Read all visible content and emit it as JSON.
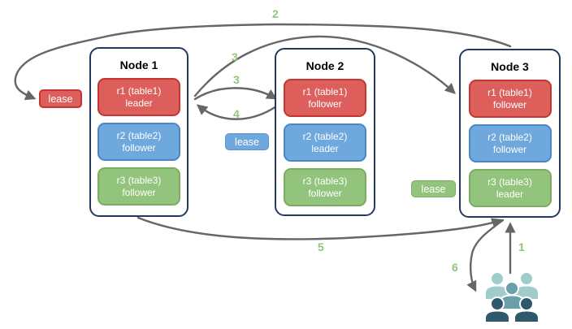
{
  "diagram": {
    "nodes": [
      {
        "title": "Node 1",
        "replicas": [
          {
            "name": "r1 (table1)",
            "role": "leader",
            "color": "red"
          },
          {
            "name": "r2 (table2)",
            "role": "follower",
            "color": "blue"
          },
          {
            "name": "r3 (table3)",
            "role": "follower",
            "color": "green"
          }
        ]
      },
      {
        "title": "Node 2",
        "replicas": [
          {
            "name": "r1 (table1)",
            "role": "follower",
            "color": "red"
          },
          {
            "name": "r2 (table2)",
            "role": "leader",
            "color": "blue"
          },
          {
            "name": "r3 (table3)",
            "role": "follower",
            "color": "green"
          }
        ]
      },
      {
        "title": "Node 3",
        "replicas": [
          {
            "name": "r1 (table1)",
            "role": "follower",
            "color": "red"
          },
          {
            "name": "r2 (table2)",
            "role": "follower",
            "color": "blue"
          },
          {
            "name": "r3 (table3)",
            "role": "leader",
            "color": "green"
          }
        ]
      }
    ],
    "leases": {
      "red": "lease",
      "blue": "lease",
      "green": "lease"
    },
    "arrow_labels": {
      "a1": "1",
      "a2": "2",
      "a3_top": "3",
      "a3_mid": "3",
      "a4": "4",
      "a5": "5",
      "a6": "6"
    },
    "colors": {
      "replica_red": "#DC5F5C",
      "replica_red_border": "#C53531",
      "replica_blue": "#6FA8DC",
      "replica_blue_border": "#4A86C8",
      "replica_green": "#93C47D",
      "replica_green_border": "#7BAD60",
      "node_border": "#223A5F",
      "arrow_gray": "#666666",
      "label_green": "#93C47D",
      "people_light": "#A0CCCA",
      "people_medium": "#6B9FA9",
      "people_dark": "#2F586C"
    }
  }
}
